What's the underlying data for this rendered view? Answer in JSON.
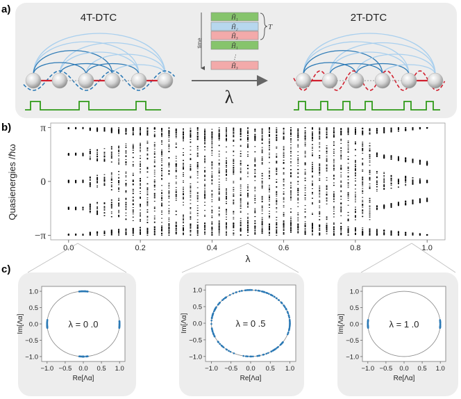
{
  "panels": {
    "a": "a)",
    "b": "b)",
    "c": "c)"
  },
  "panel_a": {
    "left_title": "4T-DTC",
    "right_title": "2T-DTC",
    "arrow_label": "λ",
    "time_label": "time",
    "period_label": "T",
    "sequence": [
      {
        "label": "Ĥ₁",
        "color": "#86c46c"
      },
      {
        "label": "Ĥ₂",
        "color": "#b7d7ee"
      },
      {
        "label": "Ĥ₃",
        "color": "#f3aaaa"
      },
      {
        "label": "Ĥ₁",
        "color": "#86c46c"
      },
      {
        "label": "⋮",
        "color": "none"
      },
      {
        "label": "Ĥ₃",
        "color": "#f3aaaa"
      }
    ],
    "colors": {
      "bond_dark": "#2b79b5",
      "bond_light": "#a8cfee",
      "wave_left": "#2b79b5",
      "wave_right": "#d11f2e",
      "red_bond": "#d11f2e",
      "pulse": "#2e9a17",
      "panel_bg": "#ededed"
    }
  },
  "chart_data": [
    {
      "type": "scatter",
      "title": "",
      "xlabel": "λ",
      "ylabel": "Quasienergies /ℏω",
      "x_ticks": [
        "0.0",
        "0.2",
        "0.4",
        "0.6",
        "0.8",
        "1.0"
      ],
      "y_ticks": [
        "−π",
        "0",
        "π"
      ],
      "xlim": [
        -0.05,
        1.05
      ],
      "ylim": [
        -3.4,
        3.4
      ],
      "lambda_values": [
        0.0,
        0.02,
        0.04,
        0.06,
        0.08,
        0.1,
        0.12,
        0.14,
        0.16,
        0.18,
        0.2,
        0.22,
        0.24,
        0.26,
        0.28,
        0.3,
        0.32,
        0.34,
        0.36,
        0.38,
        0.4,
        0.42,
        0.44,
        0.46,
        0.48,
        0.5,
        0.52,
        0.54,
        0.56,
        0.58,
        0.6,
        0.62,
        0.64,
        0.66,
        0.68,
        0.7,
        0.72,
        0.74,
        0.76,
        0.78,
        0.8,
        0.82,
        0.84,
        0.86,
        0.88,
        0.9,
        0.92,
        0.94,
        0.96,
        0.98,
        1.0
      ],
      "band_centers_at_0": [
        -3.1416,
        -1.5708,
        0,
        1.5708,
        3.1416
      ],
      "band_centers_at_1": [
        -3.1416,
        0,
        3.1416
      ],
      "color": "#000000"
    },
    {
      "type": "scatter",
      "title": "λ = 0 .0",
      "xlabel": "Re[Λα]",
      "ylabel": "Im[Λα]",
      "x_ticks": [
        "−1.0",
        "−0.5",
        "0.0",
        "0.5",
        "1.0"
      ],
      "y_ticks": [
        "1.0",
        "0.5",
        "0.0",
        "−0.5",
        "−1.0"
      ],
      "xlim": [
        -1.15,
        1.15
      ],
      "ylim": [
        -1.15,
        1.15
      ],
      "angle_clusters_deg": [
        0,
        90,
        180,
        270
      ],
      "radius": 1.0,
      "color": "#2b79b5"
    },
    {
      "type": "scatter",
      "title": "λ = 0 .5",
      "xlabel": "Re[Λα]",
      "ylabel": "Im[Λα]",
      "x_ticks": [
        "−1.0",
        "−0.5",
        "0.0",
        "0.5",
        "1.0"
      ],
      "y_ticks": [
        "1.0",
        "0.5",
        "0.0",
        "−0.5",
        "−1.0"
      ],
      "xlim": [
        -1.15,
        1.15
      ],
      "ylim": [
        -1.15,
        1.15
      ],
      "angle_clusters_deg": [],
      "radius": 1.0,
      "color": "#2b79b5"
    },
    {
      "type": "scatter",
      "title": "λ = 1 .0",
      "xlabel": "Re[Λα]",
      "ylabel": "Im[Λα]",
      "x_ticks": [
        "−1.0",
        "−0.5",
        "0.0",
        "0.5",
        "1.0"
      ],
      "y_ticks": [
        "1.0",
        "0.5",
        "0.0",
        "−0.5",
        "−1.0"
      ],
      "xlim": [
        -1.15,
        1.15
      ],
      "ylim": [
        -1.15,
        1.15
      ],
      "angle_clusters_deg": [
        0,
        180
      ],
      "radius": 1.0,
      "color": "#2b79b5"
    }
  ]
}
